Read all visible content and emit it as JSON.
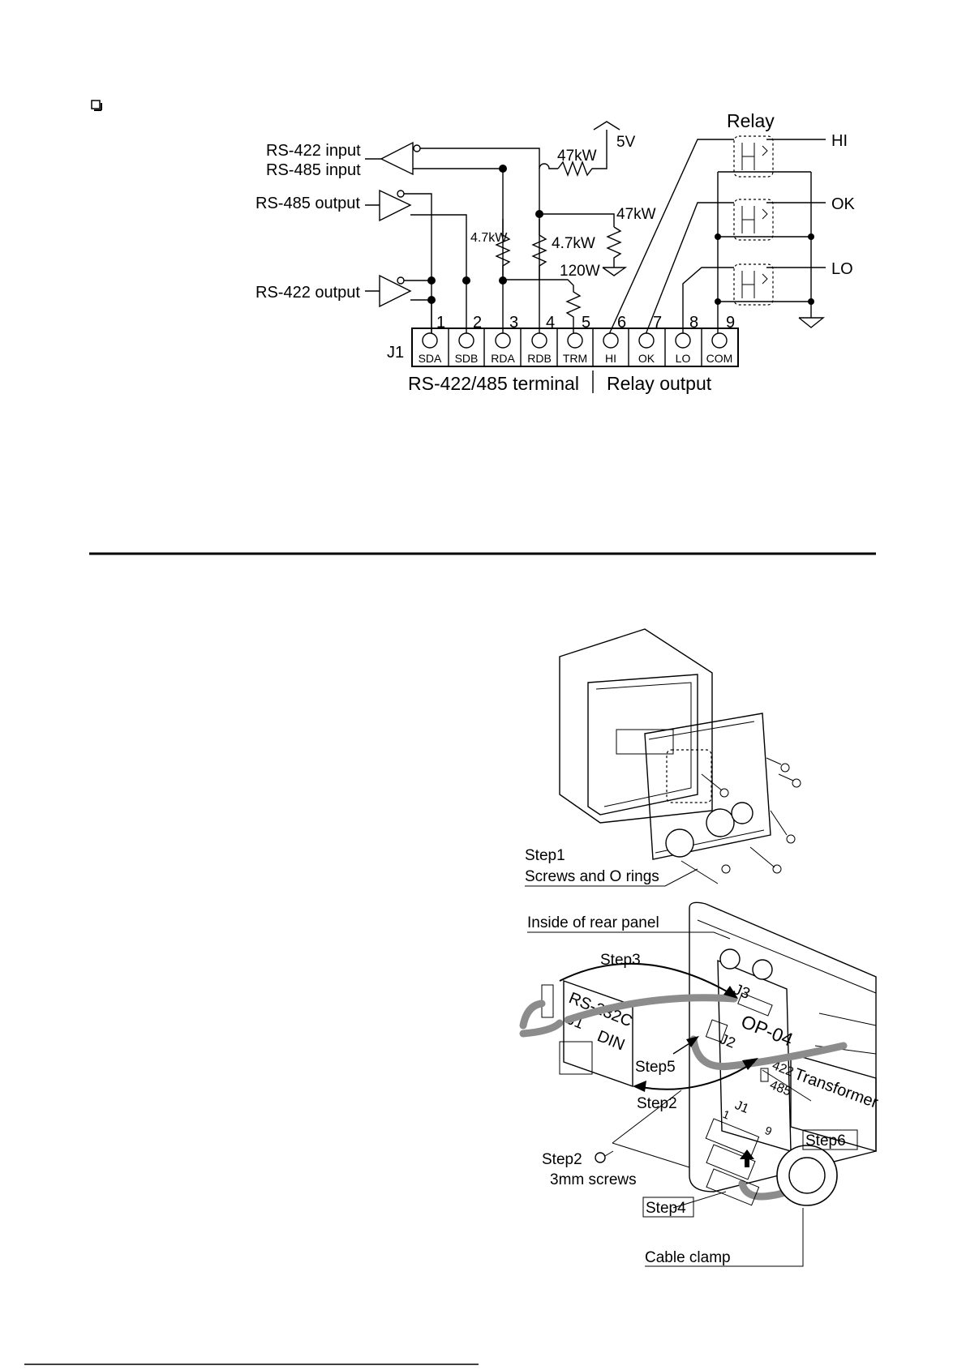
{
  "bullet_icon": "checkbox-bullet-icon",
  "schematic": {
    "relay_title": "Relay",
    "signals": {
      "rs422_input": "RS-422 input",
      "rs485_input": "RS-485 input",
      "rs485_output": "RS-485 output",
      "rs422_output": "RS-422 output"
    },
    "supply": "5V",
    "resistors": {
      "pullup": "47kW",
      "pulldown": "47kW",
      "bias_left": "4.7kW",
      "bias_right": "4.7kW",
      "termination": "120W"
    },
    "relay_outputs": [
      "HI",
      "OK",
      "LO"
    ],
    "connector_name": "J1",
    "pin_numbers": [
      "1",
      "2",
      "3",
      "4",
      "5",
      "6",
      "7",
      "8",
      "9"
    ],
    "pin_labels": [
      "SDA",
      "SDB",
      "RDA",
      "RDB",
      "TRM",
      "HI",
      "OK",
      "LO",
      "COM"
    ],
    "terminal_group": "RS-422/485 terminal",
    "relay_group": "Relay output"
  },
  "assembly": {
    "step1_title": "Step1",
    "step1_desc": "Screws and O rings",
    "inside_label": "Inside of rear panel",
    "step3": "Step3",
    "step5": "Step5",
    "step2": "Step2",
    "step2_screws": "Step2",
    "screws_desc": "3mm screws",
    "step4": "Step4",
    "step6": "Step6",
    "cable_clamp": "Cable clamp",
    "board_labels": {
      "rs232c": "RS-232C",
      "din": "DIN",
      "j1_left": "J1",
      "op04": "OP-04",
      "j2": "J2",
      "j3": "J3",
      "j1_board": "J1",
      "pin1": "1",
      "pin9": "9",
      "sw_422": "422",
      "sw_485": "485",
      "transformer": "Transformer"
    }
  }
}
